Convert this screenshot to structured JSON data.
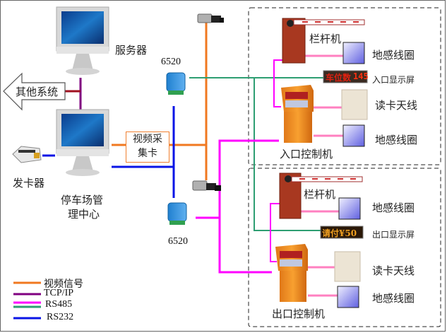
{
  "title": "停车场管理系统结构图",
  "nodes": {
    "server": "服务器",
    "other_systems": "其他系统",
    "management_center": [
      "停车场管",
      "理中心"
    ],
    "card_issuer": "发卡器",
    "video_capture_card": [
      "视频采",
      "集卡"
    ],
    "converter_top": "6520",
    "converter_bottom": "6520"
  },
  "entrance": {
    "barrier": "栏杆机",
    "loop_top": "地感线圈",
    "display_label": "入口显示屏",
    "display_text": "车位数",
    "display_value": "145",
    "antenna": "读卡天线",
    "loop_bottom": "地感线圈",
    "controller": "入口控制机"
  },
  "exit": {
    "barrier": "栏杆机",
    "loop_top": "地感线圈",
    "display_label": "出口显示屏",
    "display_text": "请付¥50",
    "antenna": "读卡天线",
    "loop_bottom": "地感线圈",
    "controller": "出口控制机"
  },
  "legend": [
    {
      "label": "视频信号",
      "color": "#f07820"
    },
    {
      "label": "TCP/IP",
      "color": "#800080"
    },
    {
      "label": "RS485",
      "color": "#ff00ff",
      "color2": "#2e9e72"
    },
    {
      "label": "RS232",
      "color": "#0a14e6"
    }
  ],
  "colors": {
    "video": "#f07820",
    "tcpip": "#800080",
    "rs485_magenta": "#ff00ff",
    "rs485_green": "#2e9e72",
    "rs232": "#0a14e6",
    "pink_link": "#ff80c0",
    "tcp_red": "#a01020"
  }
}
